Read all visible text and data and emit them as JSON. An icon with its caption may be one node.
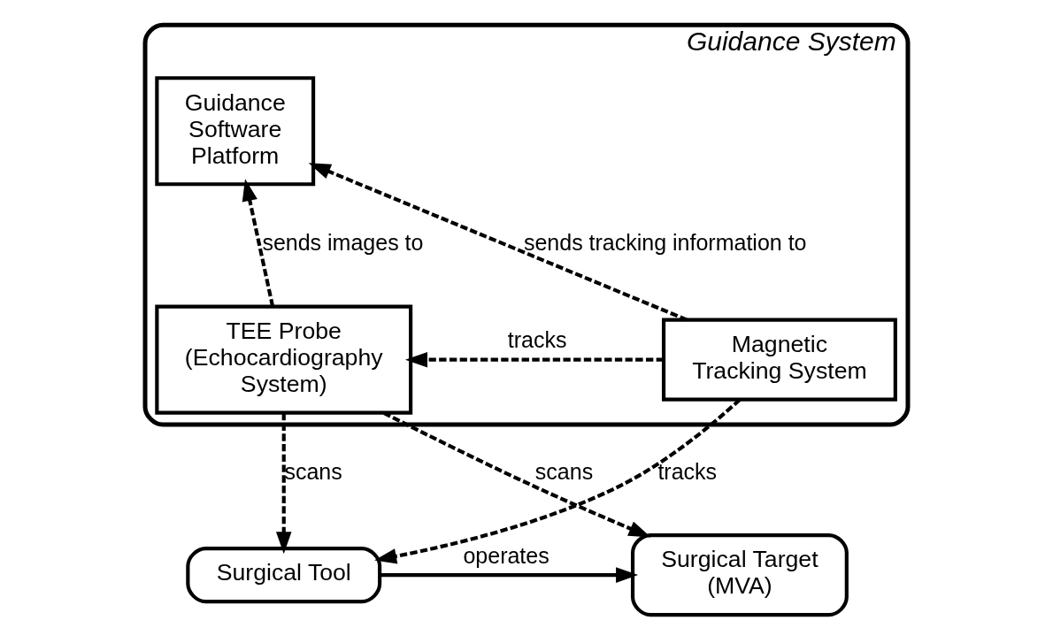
{
  "diagram": {
    "nodes": [
      {
        "text": [
          "Guidance System"
        ]
      },
      {
        "text": [
          "Guidance Software Platform"
        ],
        "in": 0
      },
      {
        "text": [
          "TEE Probe (Echocardiography System)"
        ],
        "in": 0
      },
      {
        "text": [
          "Magnetic Tracking System"
        ],
        "in": 0
      },
      {
        "text": [
          "Surgical Tool"
        ]
      },
      {
        "text": [
          "Surgical Target (MVA)"
        ]
      }
    ],
    "edges": [
      {
        "from": 2,
        "to": 1,
        "arrow": "to",
        "label": "sends images to",
        "style": "dashed"
      },
      {
        "from": 3,
        "to": 1,
        "arrow": "to",
        "label": "sends tracking information to",
        "style": "dashed"
      },
      {
        "from": 3,
        "to": 2,
        "arrow": "to",
        "label": "tracks",
        "style": "dashed"
      },
      {
        "from": 3,
        "to": 4,
        "arrow": "to",
        "label": "tracks",
        "style": "dashed"
      },
      {
        "from": 2,
        "to": 4,
        "arrow": "to",
        "label": "scans",
        "style": "dashed"
      },
      {
        "from": 2,
        "to": 5,
        "arrow": "to",
        "label": "scans",
        "style": "dashed"
      },
      {
        "from": 4,
        "to": 5,
        "arrow": "to",
        "label": "operates"
      }
    ]
  }
}
